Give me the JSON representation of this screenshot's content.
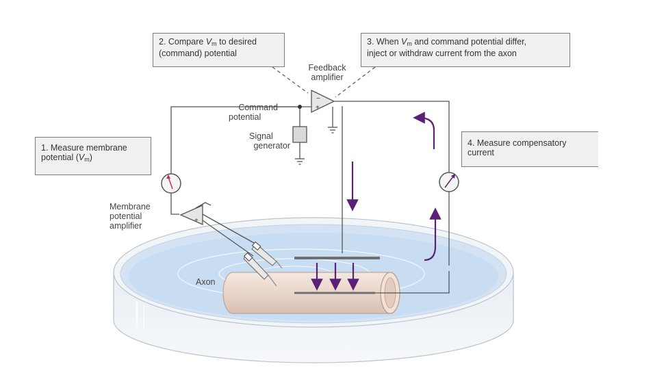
{
  "steps": {
    "step1": {
      "text": "1. Measure membrane potential (",
      "var": "V",
      "sub": "m",
      "tail": ")"
    },
    "step2": {
      "pre": "2. Compare ",
      "var": "V",
      "sub": "m",
      "mid": " to desired",
      "line2": "(command) potential"
    },
    "step3": {
      "pre": "3. When ",
      "var": "V",
      "sub": "m",
      "mid": " and command potential differ,",
      "line2": "inject or withdraw current from the axon"
    },
    "step4": {
      "text": "4. Measure compensatory current"
    }
  },
  "labels": {
    "feedback_amp_1": "Feedback",
    "feedback_amp_2": "amplifier",
    "command_1": "Command",
    "command_2": "potential",
    "signal_1": "Signal",
    "signal_2": "generator",
    "membrane_amp_1": "Membrane",
    "membrane_amp_2": "potential",
    "membrane_amp_3": "amplifier",
    "axon": "Axon",
    "minus": "−",
    "plus": "+"
  },
  "colors": {
    "arrow": "#5b2176",
    "bath": "#cfe0f3",
    "axon": "#ecdcd2",
    "wire": "#555555"
  }
}
